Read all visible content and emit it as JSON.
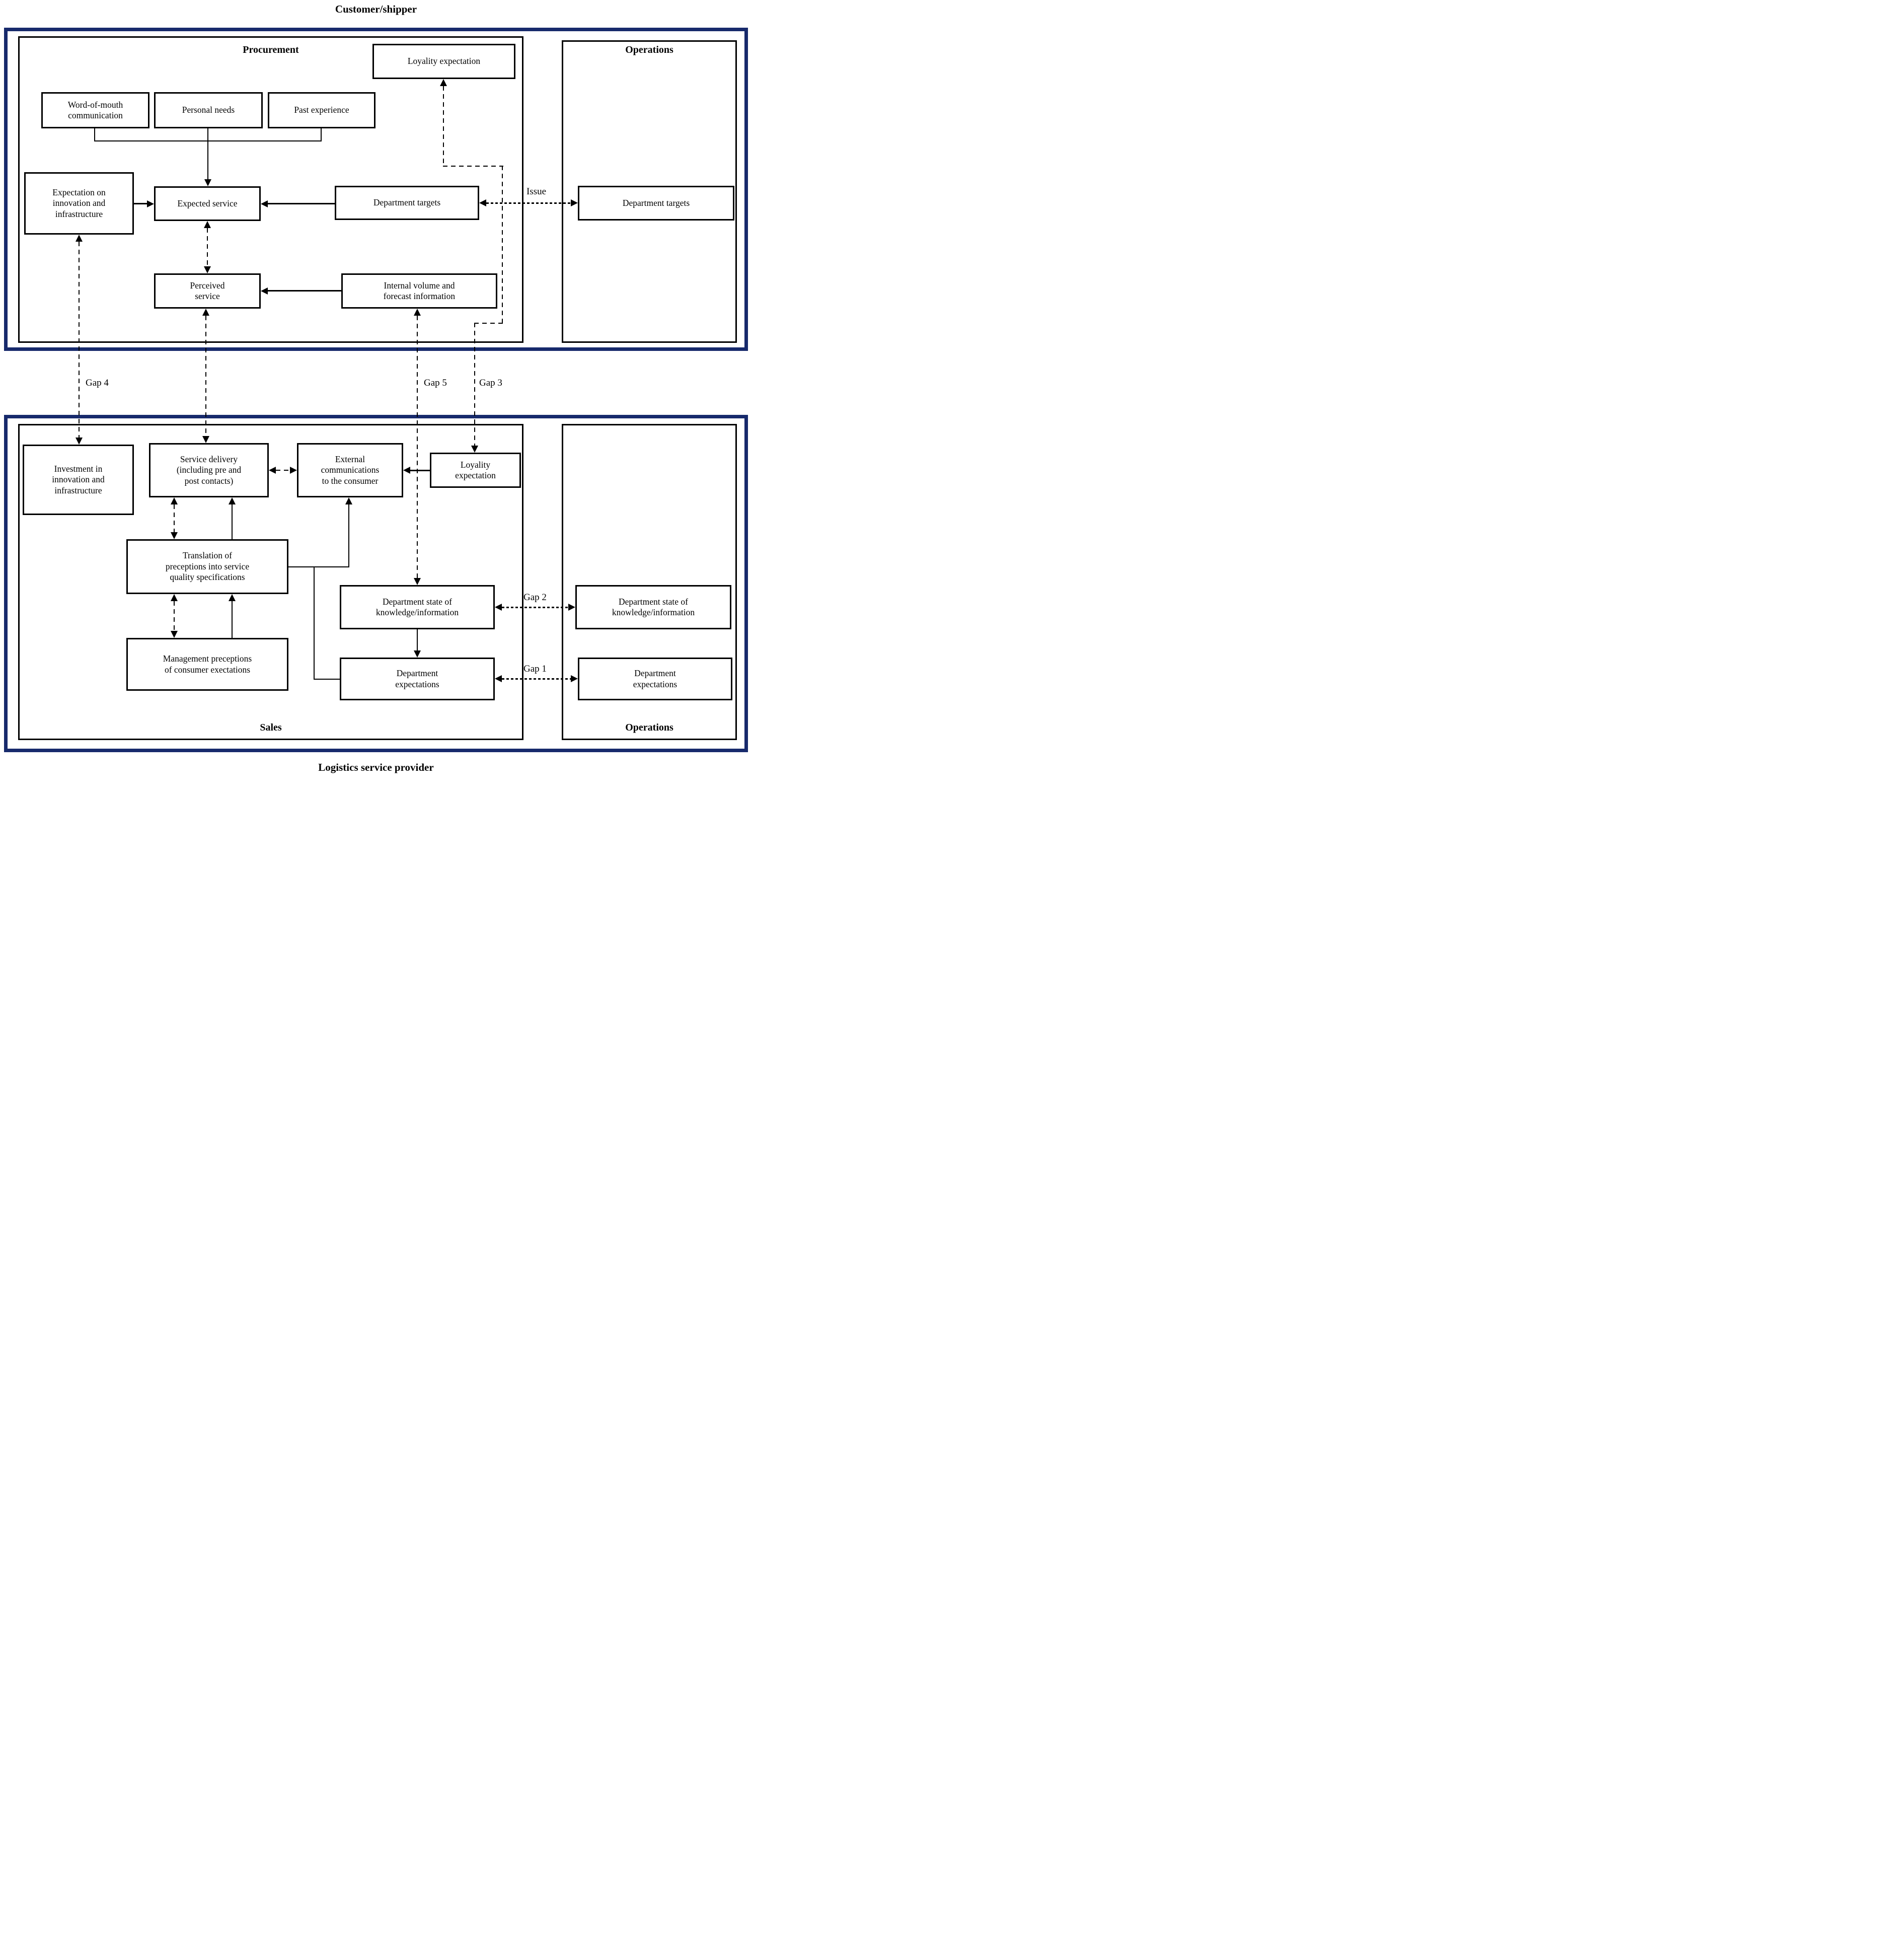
{
  "diagram": {
    "top_frame_label": "Customer/shipper",
    "bottom_frame_label": "Logistics service provider",
    "sections": {
      "procurement": "Procurement",
      "operations_top": "Operations",
      "sales": "Sales",
      "operations_bottom": "Operations"
    },
    "nodes": {
      "loyality_top": "Loyality expectation",
      "wom": "Word-of-mouth\ncommunication",
      "personal_needs": "Personal needs",
      "past_experience": "Past experience",
      "expectation_innovation": "Expectation on\ninnovation and\ninfrastructure",
      "expected_service": "Expected service",
      "dept_targets_proc": "Department targets",
      "dept_targets_ops": "Department targets",
      "perceived_service": "Perceived\nservice",
      "internal_volume": "Internal volume and\nforecast information",
      "investment": "Investment in\ninnovation and\ninfrastructure",
      "service_delivery": "Service delivery\n(including  pre and\npost contacts)",
      "external_comm": "External\ncommunications\nto the consumer",
      "loyality_bottom": "Loyality\nexpectation",
      "translation": "Translation of\npreceptions into service\nquality specifications",
      "management": "Management preceptions\nof consumer exectations",
      "dept_state_sales": "Department state of\nknowledge/information",
      "dept_exp_sales": "Department\nexpectations",
      "dept_state_ops": "Department state of\nknowledge/information",
      "dept_exp_ops": "Department\nexpectations"
    },
    "edge_labels": {
      "issue": "Issue",
      "gap1": "Gap 1",
      "gap2": "Gap 2",
      "gap3": "Gap 3",
      "gap4": "Gap 4",
      "gap5": "Gap 5"
    },
    "colors": {
      "frame_border": "#172a6c",
      "box_border": "#000000",
      "background": "#ffffff"
    }
  }
}
